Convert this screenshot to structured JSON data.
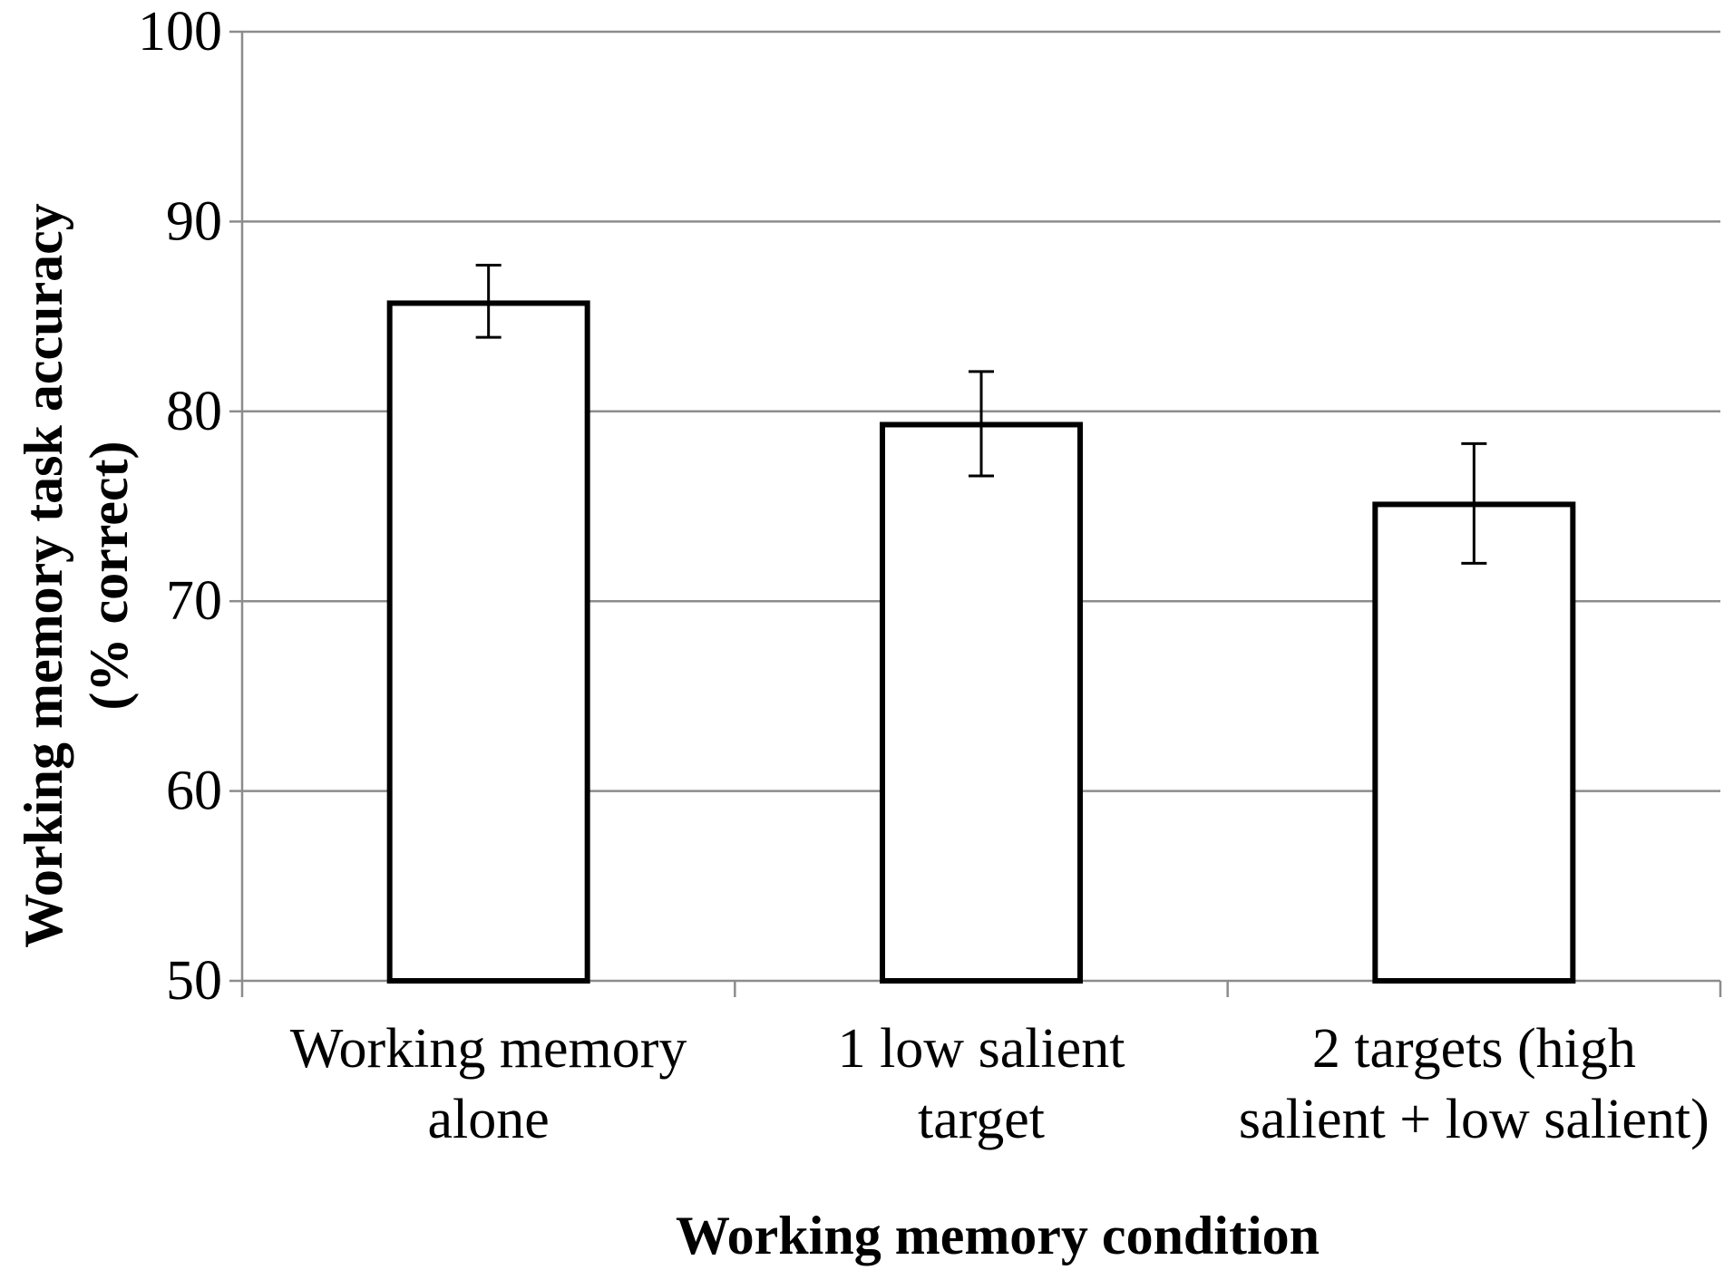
{
  "chart_data": {
    "type": "bar",
    "categories": [
      [
        "Working memory",
        "alone"
      ],
      [
        "1 low salient",
        "target"
      ],
      [
        "2 targets (high",
        "salient + low salient)"
      ]
    ],
    "values": [
      85.7,
      79.3,
      75.1
    ],
    "error_bars": [
      {
        "low": 83.9,
        "high": 87.7
      },
      {
        "low": 76.6,
        "high": 82.1
      },
      {
        "low": 72.0,
        "high": 78.3
      }
    ],
    "title": "",
    "xlabel": "Working memory condition",
    "ylabel": [
      "Working memory task accuracy",
      "(% correct)"
    ],
    "ylim": [
      50,
      100
    ],
    "yticks": [
      "50",
      "60",
      "70",
      "80",
      "90",
      "100"
    ],
    "grid": true,
    "legend": "none",
    "colors": {
      "bar_fill": "#ffffff",
      "bar_stroke": "#000000",
      "grid": "#8c8c8c",
      "axis": "#8c8c8c",
      "error_bar": "#000000"
    }
  }
}
